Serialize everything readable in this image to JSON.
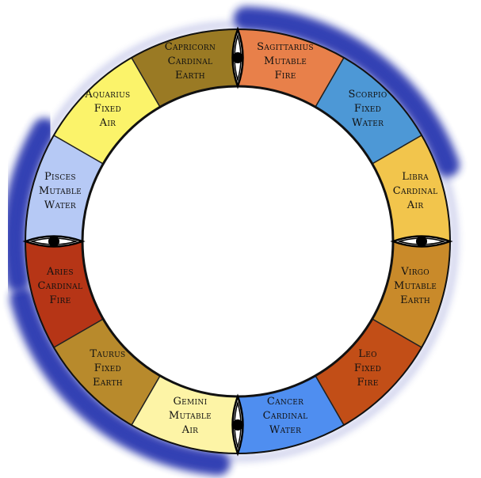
{
  "wheel": {
    "signs": [
      {
        "name": "Sagittarius",
        "quality": "Mutable",
        "element": "Fire",
        "color": "#e8804a"
      },
      {
        "name": "Scorpio",
        "quality": "Fixed",
        "element": "Water",
        "color": "#4d98d6"
      },
      {
        "name": "Libra",
        "quality": "Cardinal",
        "element": "Air",
        "color": "#f2c54c"
      },
      {
        "name": "Virgo",
        "quality": "Mutable",
        "element": "Earth",
        "color": "#c98a2a"
      },
      {
        "name": "Leo",
        "quality": "Fixed",
        "element": "Fire",
        "color": "#c24e17"
      },
      {
        "name": "Cancer",
        "quality": "Cardinal",
        "element": "Water",
        "color": "#4f8ef0"
      },
      {
        "name": "Gemini",
        "quality": "Mutable",
        "element": "Air",
        "color": "#fdf4a6"
      },
      {
        "name": "Taurus",
        "quality": "Fixed",
        "element": "Earth",
        "color": "#b88a2c"
      },
      {
        "name": "Aries",
        "quality": "Cardinal",
        "element": "Fire",
        "color": "#b63516"
      },
      {
        "name": "Pisces",
        "quality": "Mutable",
        "element": "Water",
        "color": "#b6c9f5"
      },
      {
        "name": "Aquarius",
        "quality": "Fixed",
        "element": "Air",
        "color": "#fbf36a"
      },
      {
        "name": "Capricorn",
        "quality": "Cardinal",
        "element": "Earth",
        "color": "#9a7a24"
      }
    ],
    "glow_color": "#2b37b0",
    "marker_color": "#000000"
  }
}
